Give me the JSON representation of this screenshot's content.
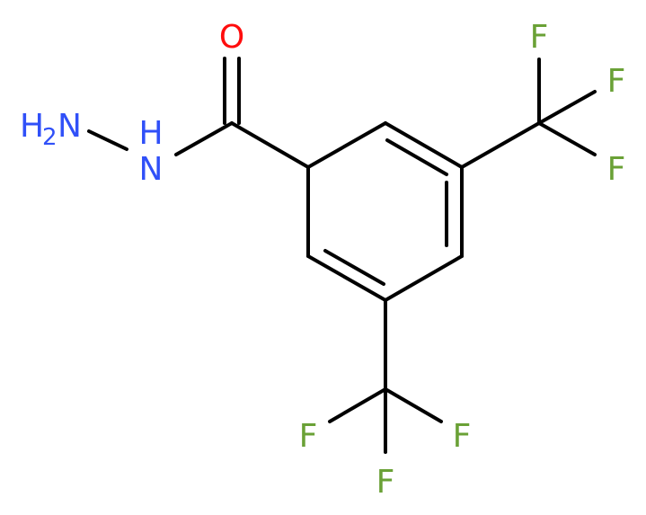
{
  "molecule": {
    "atoms": {
      "oxygen": "O",
      "hydrazide_h": "H",
      "hydrazide_n": "N",
      "amine_h": "H",
      "amine_h_count": "2",
      "amine_n": "N",
      "fluorine_top_1": "F",
      "fluorine_top_2": "F",
      "fluorine_top_3": "F",
      "fluorine_bottom_1": "F",
      "fluorine_bottom_2": "F",
      "fluorine_bottom_3": "F"
    },
    "colors": {
      "bond": "#000000",
      "oxygen": "#ff0d0d",
      "nitrogen": "#3050f8",
      "fluorine": "#6aa136"
    }
  }
}
